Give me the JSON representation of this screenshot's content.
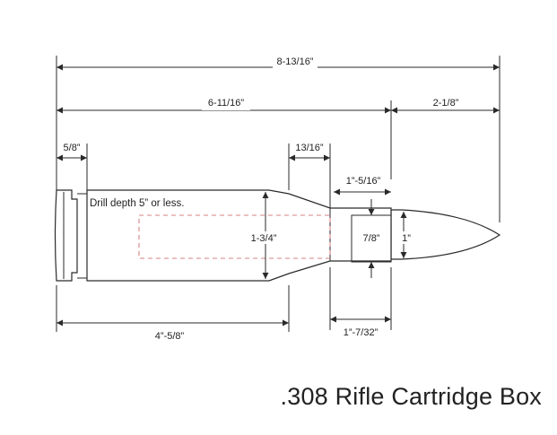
{
  "diagram": {
    "title": ".308 Rifle Cartridge Box",
    "note": "Drill depth 5” or less.",
    "dimensions": {
      "overall_length": "8-13/16”",
      "case_length": "6-11/16”",
      "bullet_length": "2-1/8”",
      "rim_length": "5/8”",
      "shoulder_length": "13/16”",
      "neck_length_top": "1”-5/16”",
      "neck_length_bottom": "1”-7/32”",
      "body_length": "4”-5/8”",
      "body_diameter": "1-3/4”",
      "neck_inner_diameter": "7/8”",
      "neck_outer_diameter": "1”"
    }
  }
}
